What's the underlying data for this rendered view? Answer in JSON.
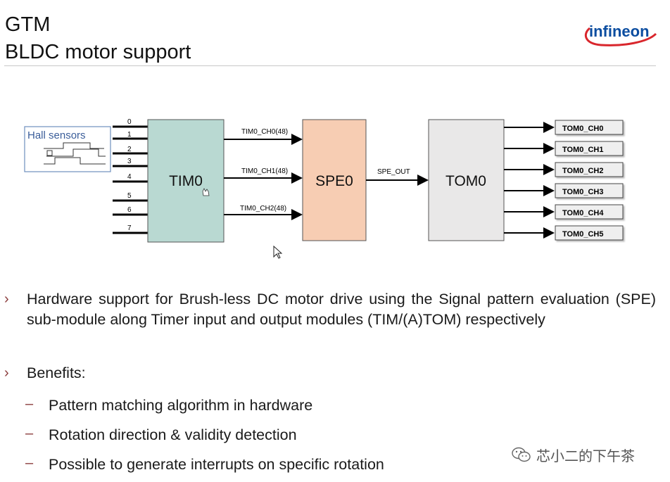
{
  "slide": {
    "title_line1": "GTM",
    "title_line2": "BLDC motor support"
  },
  "logo": {
    "text": "infineon",
    "color": "#0b4da0",
    "swoosh_color": "#d9262c"
  },
  "diagram": {
    "hall": {
      "label": "Hall sensors"
    },
    "input_numbers": [
      "0",
      "1",
      "2",
      "3",
      "4",
      "5",
      "6",
      "7"
    ],
    "tim": {
      "label": "TIM0",
      "color": "#b9d9d2"
    },
    "spe": {
      "label": "SPE0",
      "color": "#f7cdb3"
    },
    "tom": {
      "label": "TOM0",
      "color": "#e9e8e8"
    },
    "tim_to_spe": [
      "TIM0_CH0(48)",
      "TIM0_CH1(48)",
      "TIM0_CH2(48)"
    ],
    "spe_out": "SPE_OUT",
    "tom_outputs": [
      "TOM0_CH0",
      "TOM0_CH1",
      "TOM0_CH2",
      "TOM0_CH3",
      "TOM0_CH4",
      "TOM0_CH5"
    ]
  },
  "bullets": {
    "marker": "›",
    "item1": "Hardware support for Brush-less DC motor drive using the Signal pattern evaluation (SPE) sub-module along Timer input and output modules (TIM/(A)TOM) respectively",
    "item2": "Benefits:",
    "sub_marker": "–",
    "sub": [
      "Pattern matching algorithm in hardware",
      "Rotation direction & validity detection",
      "Possible to generate interrupts on specific rotation"
    ]
  },
  "watermark": {
    "text": "芯小二的下午茶",
    "icon": "wechat-icon"
  }
}
